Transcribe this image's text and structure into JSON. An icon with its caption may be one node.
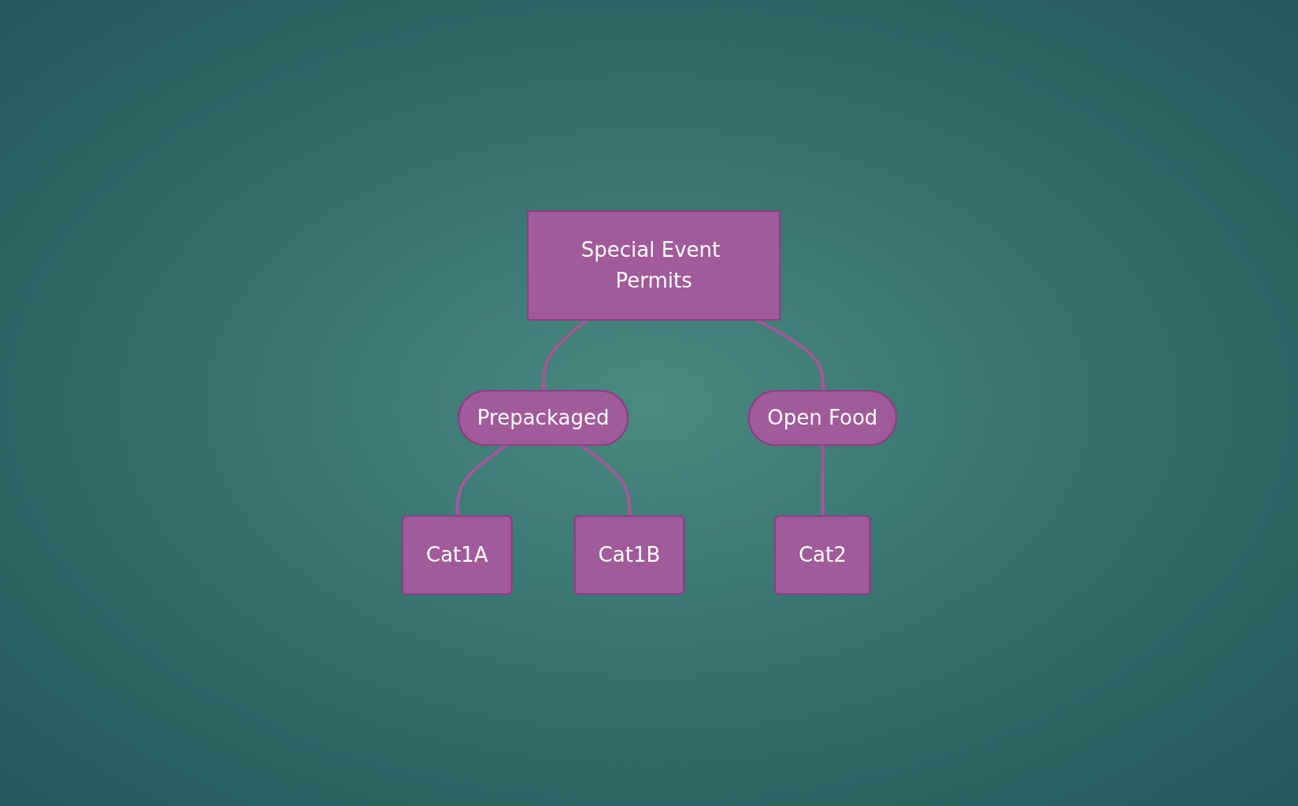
{
  "diagram": {
    "nodes": [
      {
        "text": [
          "Special Event Permits"
        ]
      },
      {
        "text": [
          "Prepackaged"
        ]
      },
      {
        "text": [
          "Open Food"
        ]
      },
      {
        "text": [
          "Cat1A"
        ]
      },
      {
        "text": [
          "Cat1B"
        ]
      },
      {
        "text": [
          "Cat2"
        ]
      }
    ],
    "edges": [
      {
        "from": 0,
        "to": 1,
        "arrow": "to"
      },
      {
        "from": 0,
        "to": 2,
        "arrow": "to"
      },
      {
        "from": 1,
        "to": 3,
        "arrow": "to"
      },
      {
        "from": 1,
        "to": 4,
        "arrow": "to"
      },
      {
        "from": 2,
        "to": 5,
        "arrow": "to"
      }
    ]
  }
}
